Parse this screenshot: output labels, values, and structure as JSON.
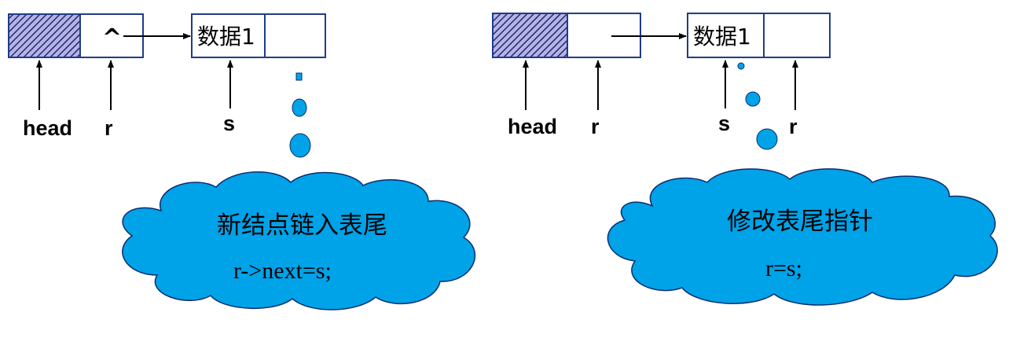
{
  "colors": {
    "node_border": "#1f3c8c",
    "hatch_fill": "#b7b3e6",
    "hatch_line": "#1f2c6e",
    "cloud_fill": "#00a2e8",
    "cloud_stroke": "#0a2d6e"
  },
  "left": {
    "node_null_symbol": "^",
    "data_node_text": "数据1",
    "labels": {
      "head": "head",
      "r": "r",
      "s": "s"
    },
    "cloud": {
      "title": "新结点链入表尾",
      "code": "r->next=s;"
    }
  },
  "right": {
    "data_node_text": "数据1",
    "labels": {
      "head": "head",
      "r1": "r",
      "s": "s",
      "r2": "r"
    },
    "cloud": {
      "title": "修改表尾指针",
      "code": "r=s;"
    }
  }
}
